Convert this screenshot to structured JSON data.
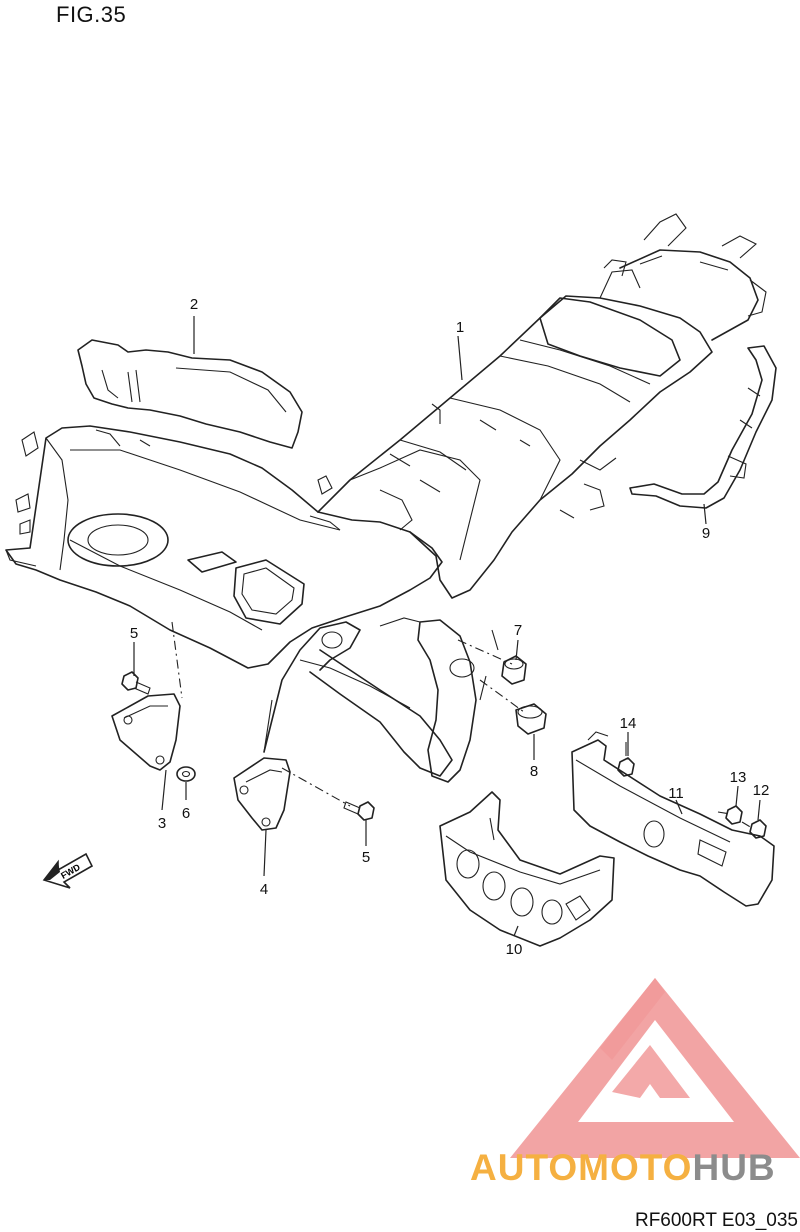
{
  "figure": {
    "title": "FIG.35",
    "code": "RF600RT E03_035",
    "fwd_label": "FWD"
  },
  "callouts": [
    "1",
    "2",
    "3",
    "4",
    "5",
    "5",
    "6",
    "7",
    "8",
    "9",
    "10",
    "11",
    "12",
    "13",
    "14"
  ],
  "watermark": {
    "text_part1": "AUTOMOTO",
    "text_part2": "HUB",
    "colors": {
      "triangle": "#f19a9a",
      "text_orange": "#f5b041",
      "text_gray": "#8c8c8c"
    }
  }
}
